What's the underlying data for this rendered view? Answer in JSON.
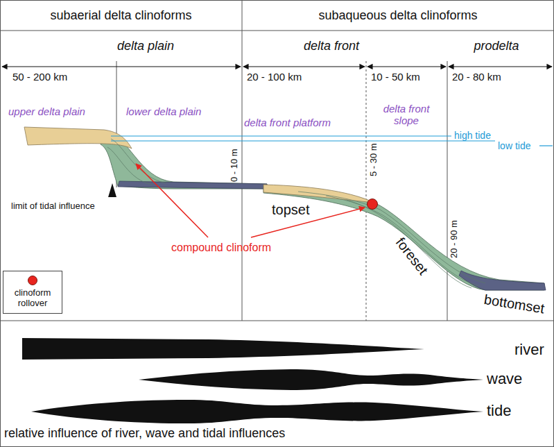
{
  "diagram": {
    "caption": "relative influence of river, wave and tidal influences",
    "nodes": [
      {
        "text": [
          "subaerial delta clinoforms"
        ]
      },
      {
        "text": [
          "subaqueous delta clinoforms"
        ]
      }
    ],
    "labels": [
      "delta plain",
      "delta front",
      "prodelta",
      "50 - 200 km",
      "20 - 100 km",
      "10 - 50 km",
      "20 - 80 km",
      "upper delta plain",
      "lower delta plain",
      "delta front platform",
      "delta front slope",
      "high tide",
      "low tide",
      "0 - 10 m",
      "5 - 30 m",
      "20 - 90 m",
      "limit of tidal influence",
      "topset",
      "foreset",
      "bottomset",
      "compound clinoform",
      "river",
      "wave",
      "tide"
    ],
    "legend": [
      {
        "text": "clinoform rollover",
        "color": "#e8251f"
      }
    ]
  }
}
